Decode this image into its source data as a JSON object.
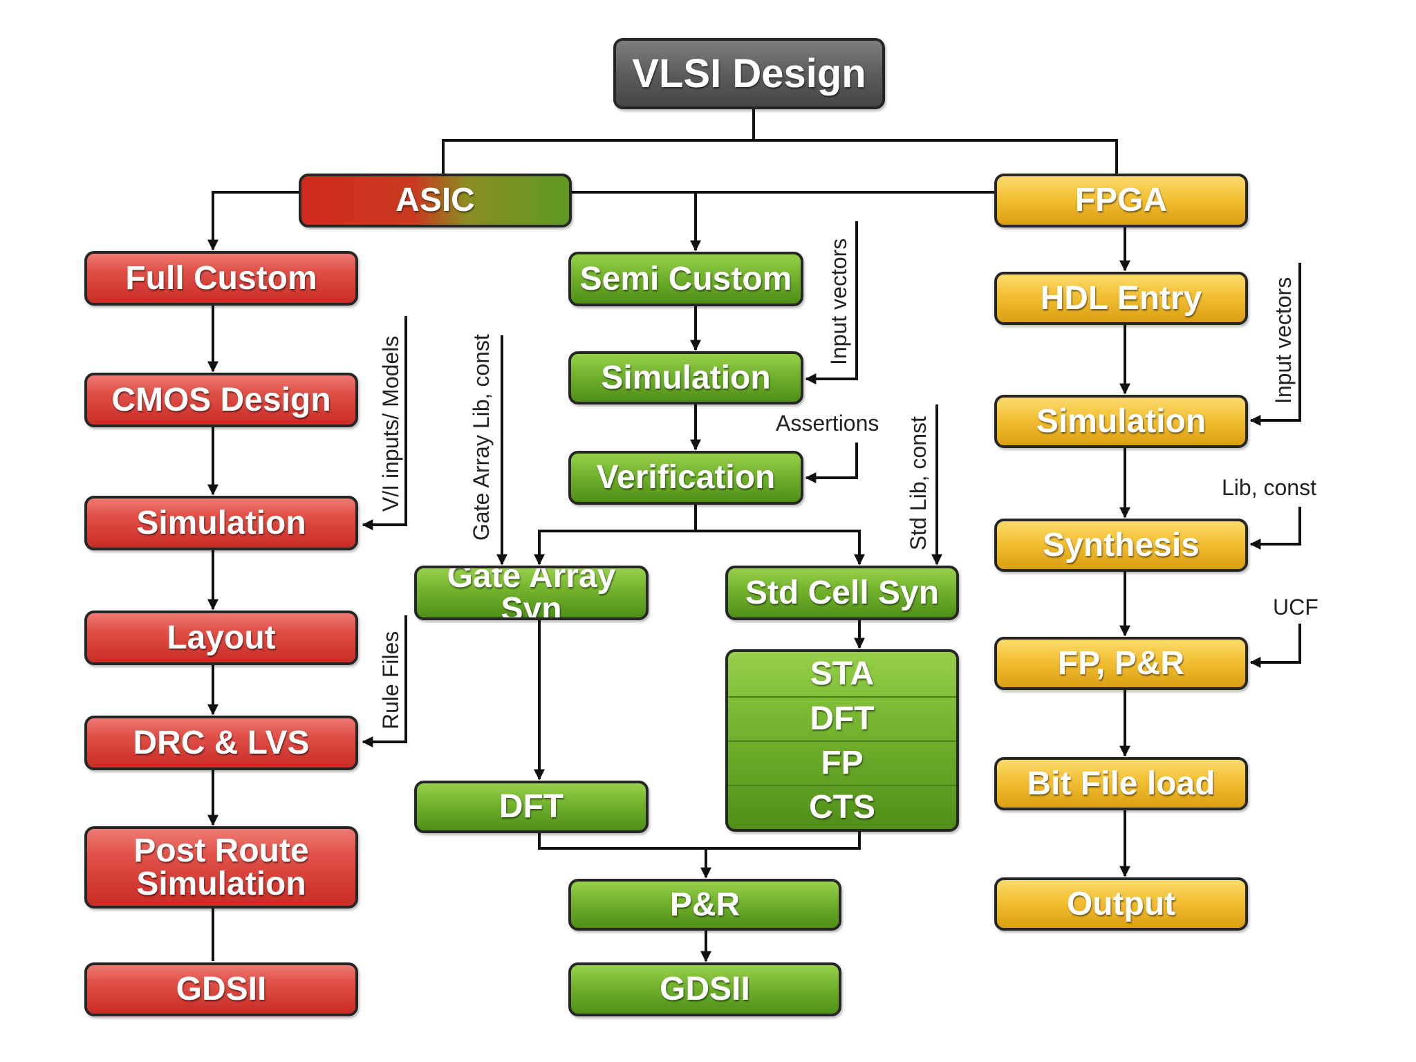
{
  "root": {
    "label": "VLSI Design"
  },
  "asic": {
    "label": "ASIC"
  },
  "fpga": {
    "label": "FPGA"
  },
  "full_custom": {
    "title": "Full Custom",
    "steps": [
      "CMOS Design",
      "Simulation",
      "Layout",
      "DRC & LVS",
      "Post Route Simulation",
      "GDSII"
    ],
    "inputs": {
      "simulation": "V/I inputs/ Models",
      "drc": "Rule Files"
    }
  },
  "semi_custom": {
    "title": "Semi Custom",
    "simulation": "Simulation",
    "verification": "Verification",
    "inputs": {
      "simulation": "Input vectors",
      "verification": "Assertions"
    },
    "gate_array": {
      "label": "Gate Array Syn",
      "input": "Gate Array Lib, const",
      "dft": "DFT"
    },
    "std_cell": {
      "label": "Std Cell Syn",
      "input": "Std Lib, const",
      "stack": [
        "STA",
        "DFT",
        "FP",
        "CTS"
      ]
    },
    "pnr": "P&R",
    "gdsii": "GDSII"
  },
  "fpga_flow": {
    "steps": [
      "HDL Entry",
      "Simulation",
      "Synthesis",
      "FP, P&R",
      "Bit File load",
      "Output"
    ],
    "inputs": {
      "simulation": "Input vectors",
      "synthesis": "Lib, const",
      "fpnr": "UCF"
    }
  },
  "colors": {
    "asic_full": "#d8453d",
    "semi": "#6aad2b",
    "fpga": "#f0bb2c",
    "root": "#5a5a5a"
  }
}
